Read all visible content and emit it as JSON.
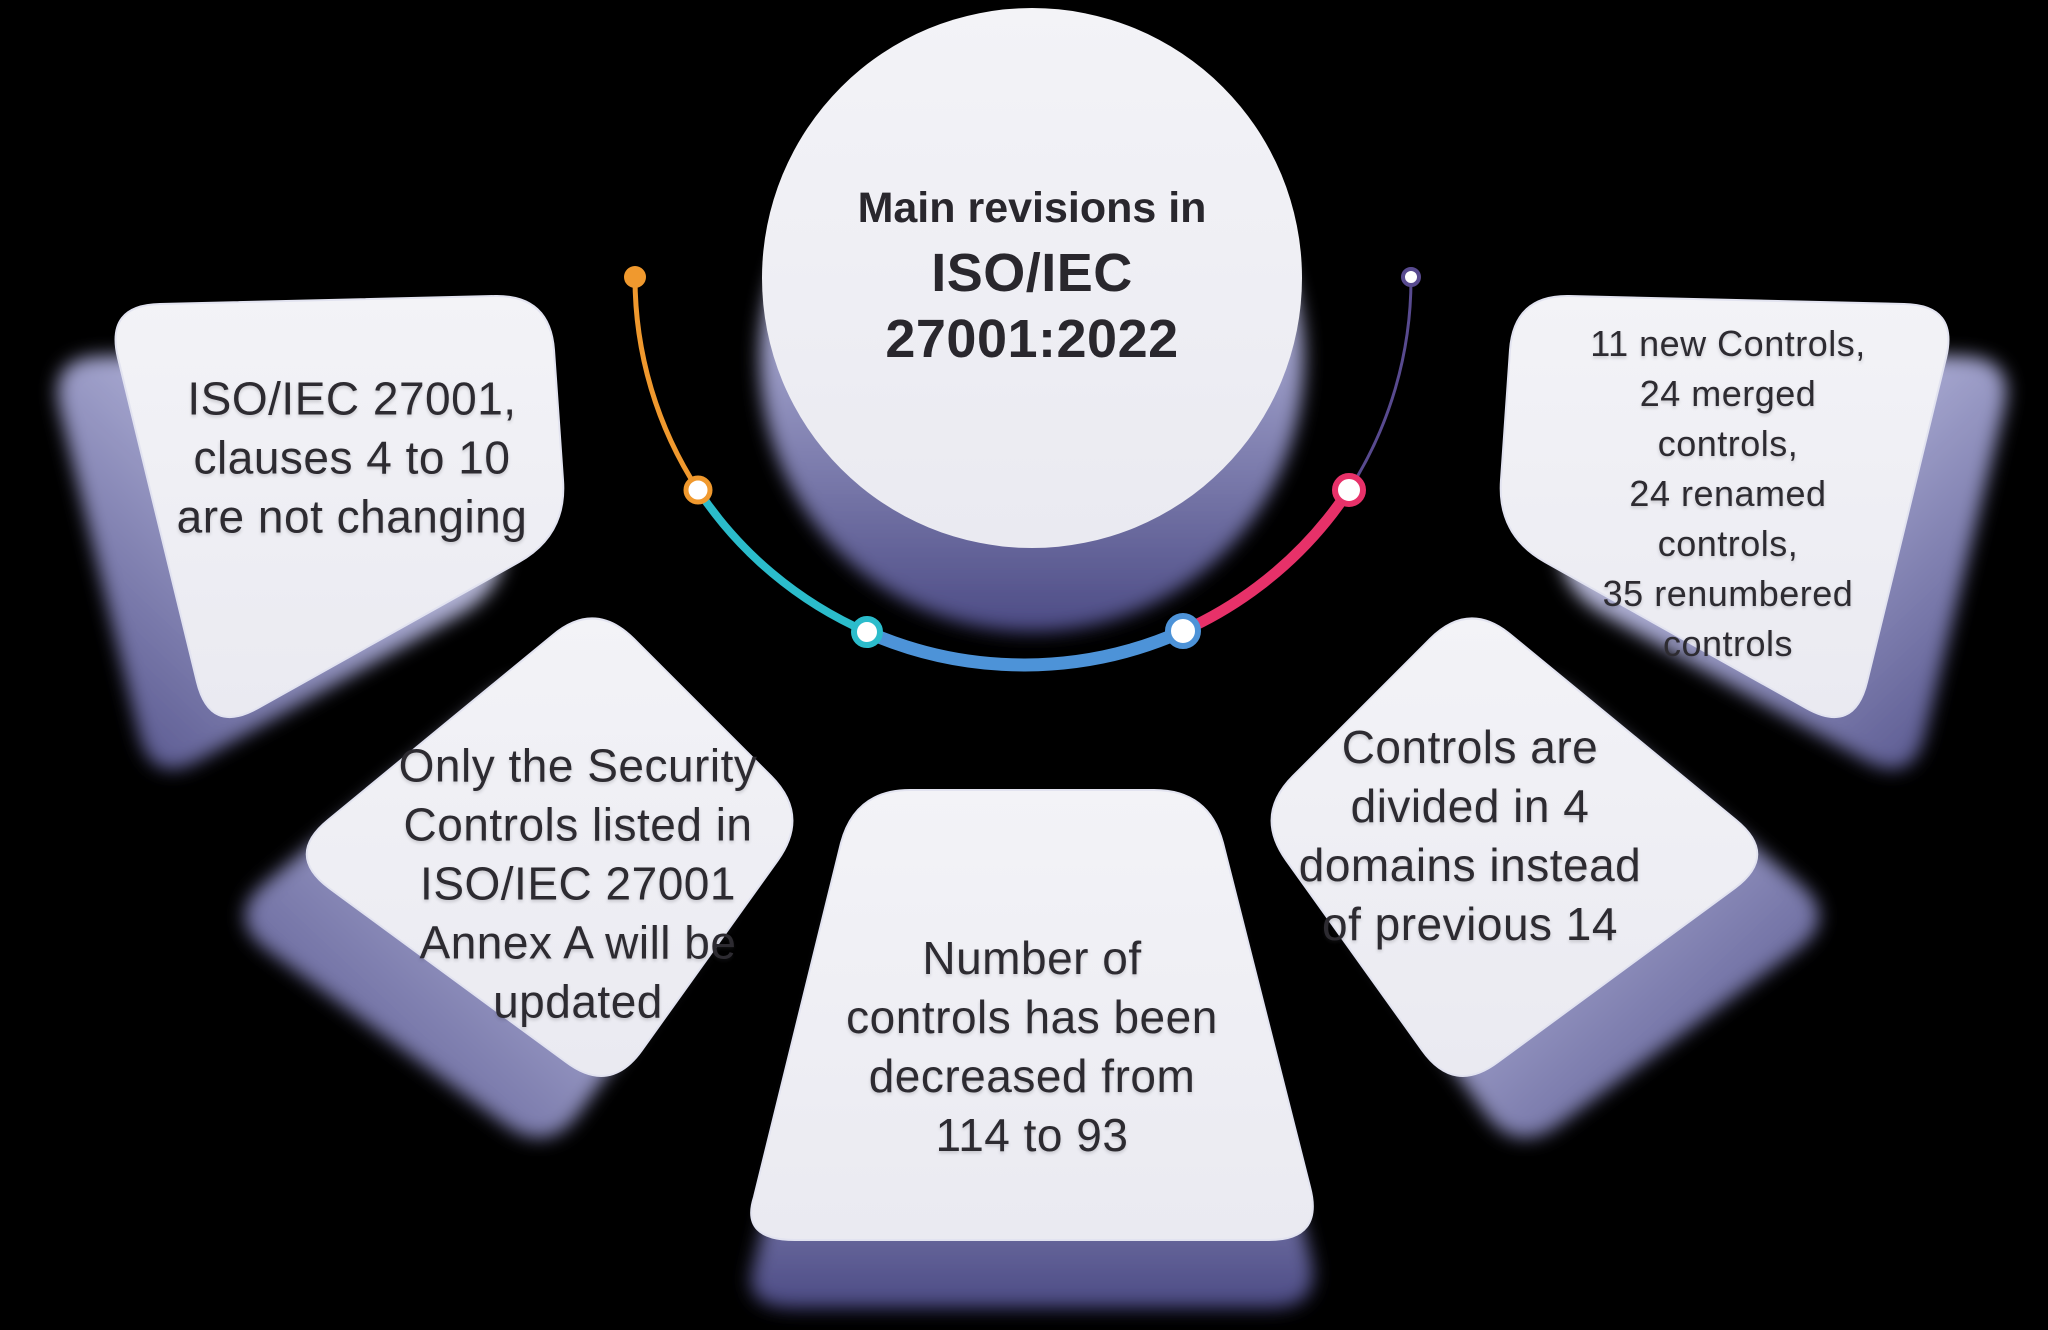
{
  "diagram": {
    "title": {
      "intro": "Main revisions in",
      "standard": "ISO/IEC\n27001:2022"
    },
    "cards": [
      {
        "id": "clauses-unchanged",
        "text": "ISO/IEC 27001,\nclauses 4 to 10\nare not changing"
      },
      {
        "id": "annex-a-update",
        "text": "Only the Security\nControls listed in\nISO/IEC 27001\nAnnex A will be\nupdated"
      },
      {
        "id": "controls-decreased",
        "text": "Number of\ncontrols has been\ndecreased from\n114 to 93"
      },
      {
        "id": "four-domains",
        "text": "Controls are\ndivided in 4\ndomains instead\nof previous 14"
      },
      {
        "id": "controls-changes",
        "text": "11 new Controls,\n24 merged controls,\n24 renamed controls,\n35 renumbered\ncontrols"
      }
    ]
  },
  "colors": {
    "background": "#000000",
    "card_fill": "#f0f0f5",
    "text_dark": "#2d2b31",
    "orange": "#F0992E",
    "teal": "#2BBCCB",
    "blue": "#4D93D8",
    "pink": "#E73169",
    "purple": "#584A8F",
    "shadow_dark": "#4c4b85"
  }
}
